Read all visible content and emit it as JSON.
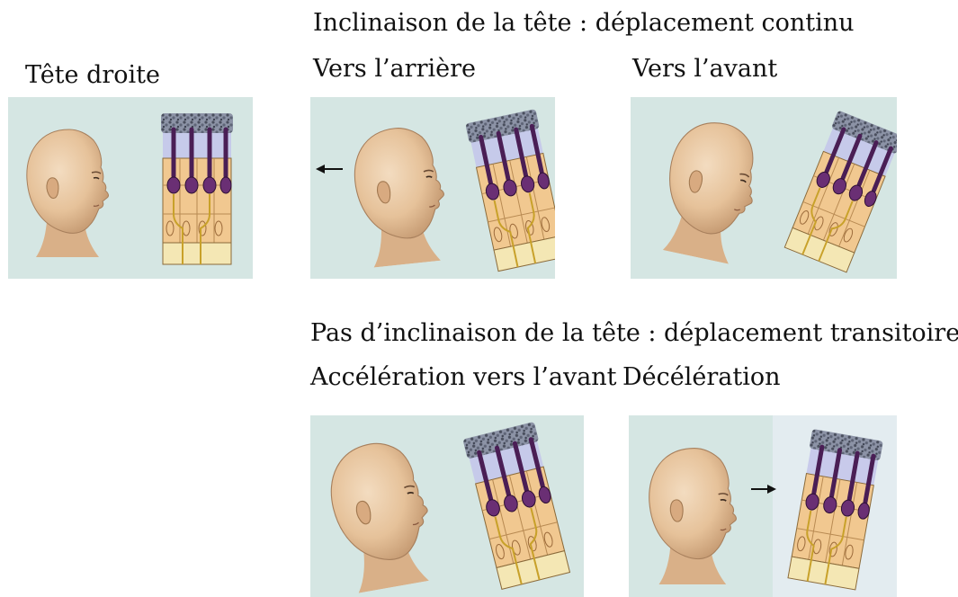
{
  "labels": {
    "upright": "Tête droite",
    "tilt_heading": "Inclinaison de la tête : déplacement continu",
    "tilt_backward": "Vers l’arrière",
    "tilt_forward": "Vers l’avant",
    "no_tilt_heading": "Pas d’inclinaison de la tête : déplacement transitoire",
    "forward_acceleration": "Accélération vers l’avant",
    "deceleration": "Décélération"
  },
  "colors": {
    "panel_background": "#d5e6e3",
    "skin": "#e8c8a0",
    "skin_shadow": "#c9a07a",
    "hair_cell": "#6a2f74",
    "nucleus": "#5b1c63",
    "cell_body": "#f1c890",
    "supporting_cell": "#f4e7b4",
    "nerve_fiber": "#c8a12a",
    "otolithic_membrane": "#c4c6ea",
    "otoconia": "#6d7285"
  },
  "icons": [
    "head-icon",
    "macula-icon",
    "motion-arrow-icon"
  ]
}
